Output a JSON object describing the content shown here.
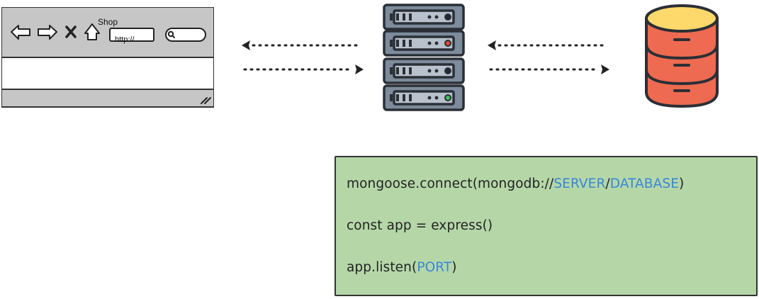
{
  "browser": {
    "title": "Shop",
    "url_text": "http://"
  },
  "code": {
    "line1": {
      "prefix": "mongoose.connect(mongodb://",
      "server": "SERVER",
      "sep": "/",
      "database": "DATABASE",
      "suffix": ")"
    },
    "line2": {
      "text": "const app = express()"
    },
    "line3": {
      "prefix": "app.listen(",
      "port": "PORT",
      "suffix": ")"
    }
  },
  "colors": {
    "code_bg": "#b5d7a8",
    "keyword": "#3a86d8",
    "database": "#ee6a50",
    "database_top": "#fdd86a",
    "server_body": "#7d8b9c",
    "browser_frame": "#c6c6c6"
  },
  "icons": [
    "back-arrow-icon",
    "forward-arrow-icon",
    "close-icon",
    "home-icon",
    "search-icon",
    "resize-grip-icon",
    "server-icon",
    "database-icon"
  ]
}
